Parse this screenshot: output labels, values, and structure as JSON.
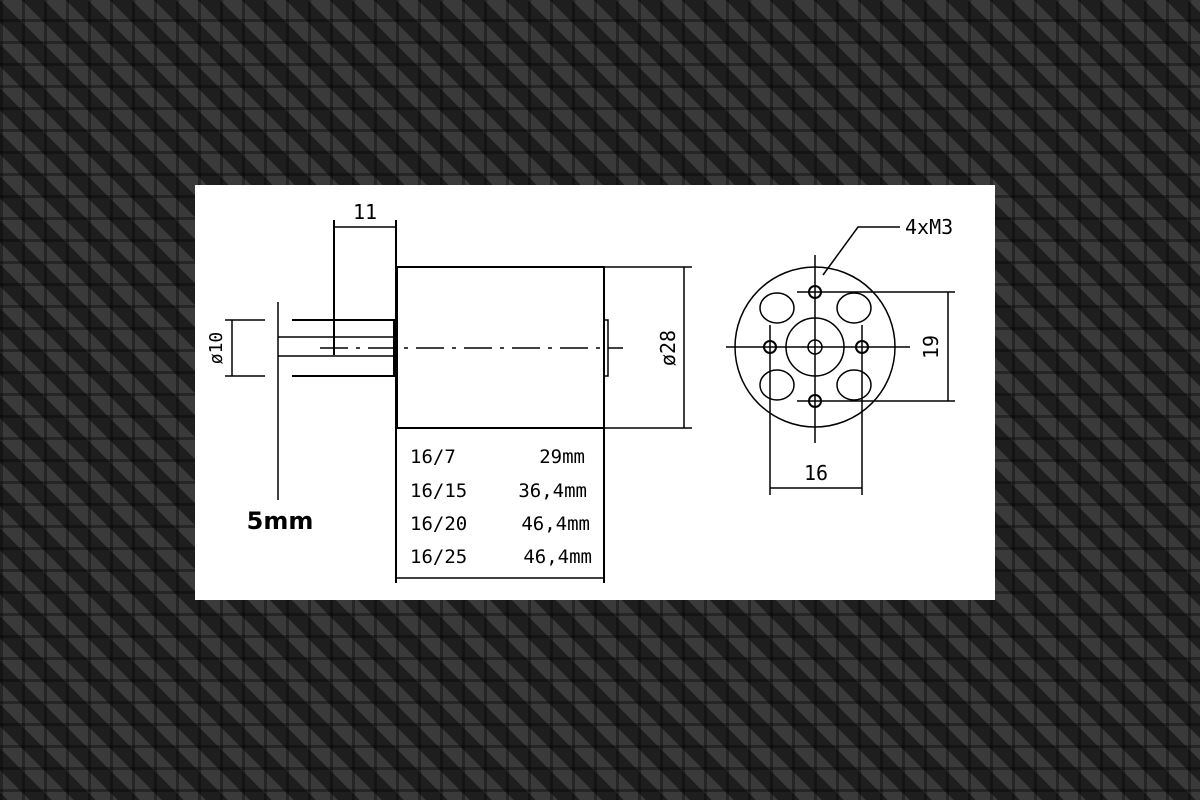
{
  "side_view": {
    "flange_length": "11",
    "shaft_diameter": "ø10",
    "body_diameter": "ø28",
    "shaft_label": "5mm",
    "lengths_table": [
      {
        "model": "16/7",
        "length": "29mm"
      },
      {
        "model": "16/15",
        "length": "36,4mm"
      },
      {
        "model": "16/20",
        "length": "46,4mm"
      },
      {
        "model": "16/25",
        "length": "46,4mm"
      }
    ]
  },
  "front_view": {
    "holes_label": "4xM3",
    "vertical_spacing": "19",
    "horizontal_spacing": "16"
  }
}
